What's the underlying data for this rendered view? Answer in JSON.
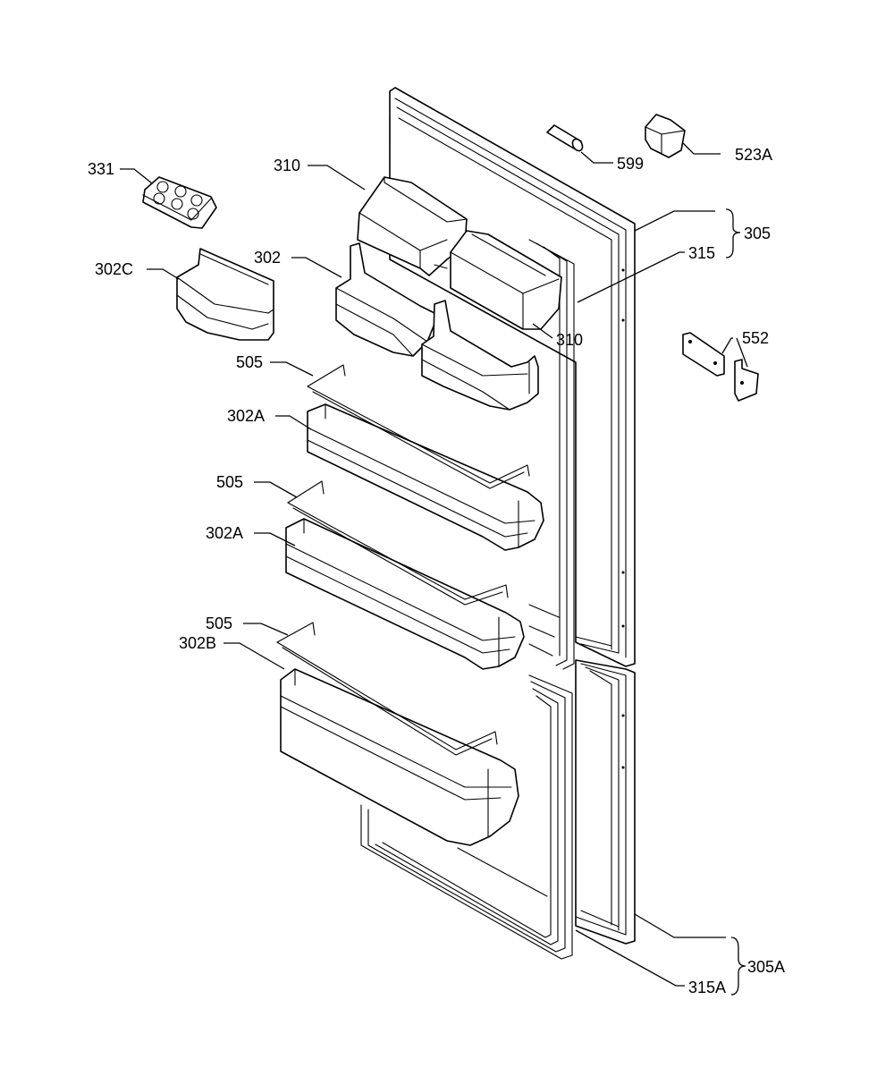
{
  "callouts": {
    "c331": "331",
    "c310_top": "310",
    "c302": "302",
    "c302c": "302C",
    "c505_1": "505",
    "c302a_1": "302A",
    "c505_2": "505",
    "c302a_2": "302A",
    "c505_3": "505",
    "c302b": "302B",
    "c599": "599",
    "c523a": "523A",
    "c305": "305",
    "c315": "315",
    "c310_right": "310",
    "c552": "552",
    "c305a": "305A",
    "c315a": "315A"
  }
}
